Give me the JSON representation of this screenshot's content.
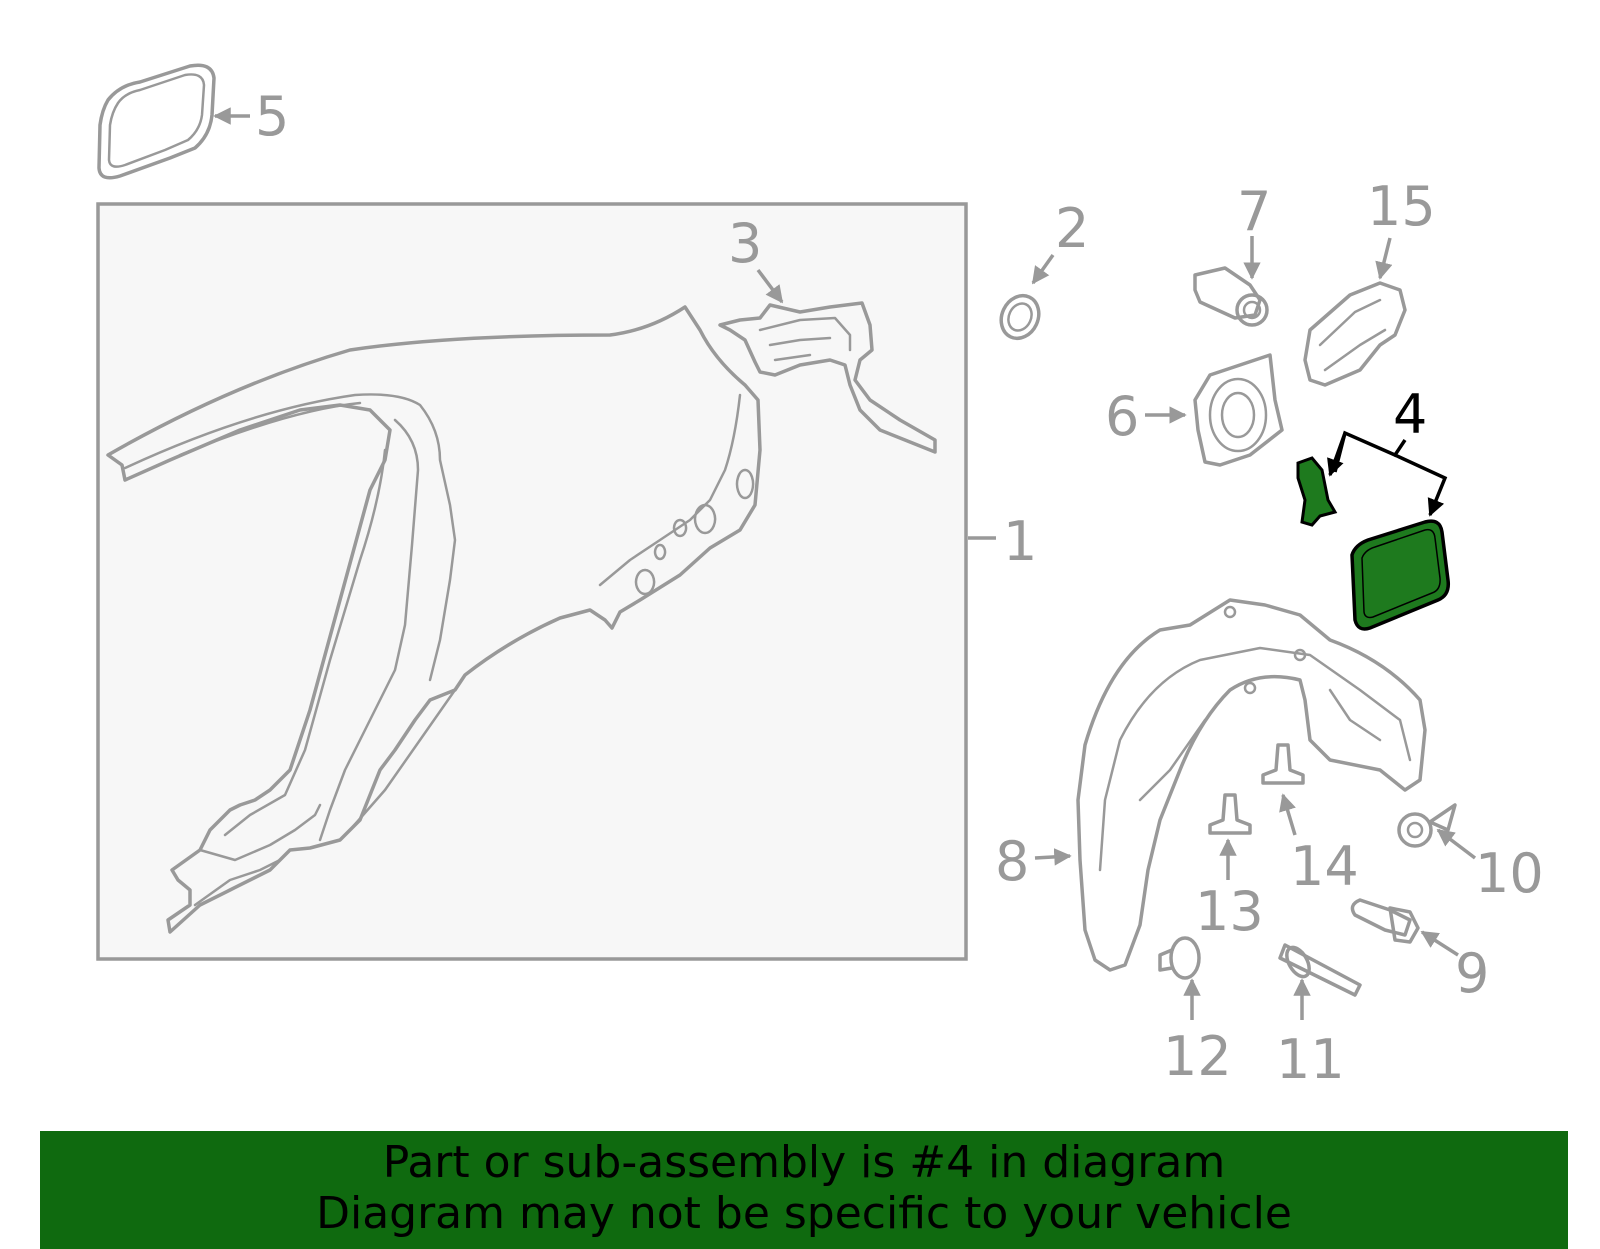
{
  "colors": {
    "part_stroke": "#999999",
    "highlight_fill": "#1e7a1e",
    "highlight_stroke": "#000000",
    "banner_background": "#0f6a0f",
    "inset_background": "#f7f7f7"
  },
  "callouts": {
    "c1": "1",
    "c2": "2",
    "c3": "3",
    "c4": "4",
    "c5": "5",
    "c6": "6",
    "c7": "7",
    "c8": "8",
    "c9": "9",
    "c10": "10",
    "c11": "11",
    "c12": "12",
    "c13": "13",
    "c14": "14",
    "c15": "15"
  },
  "highlighted_part": "4",
  "banner": {
    "line1": "Part or sub-assembly is #4 in diagram",
    "line2": "Diagram may not be specific to your vehicle"
  }
}
